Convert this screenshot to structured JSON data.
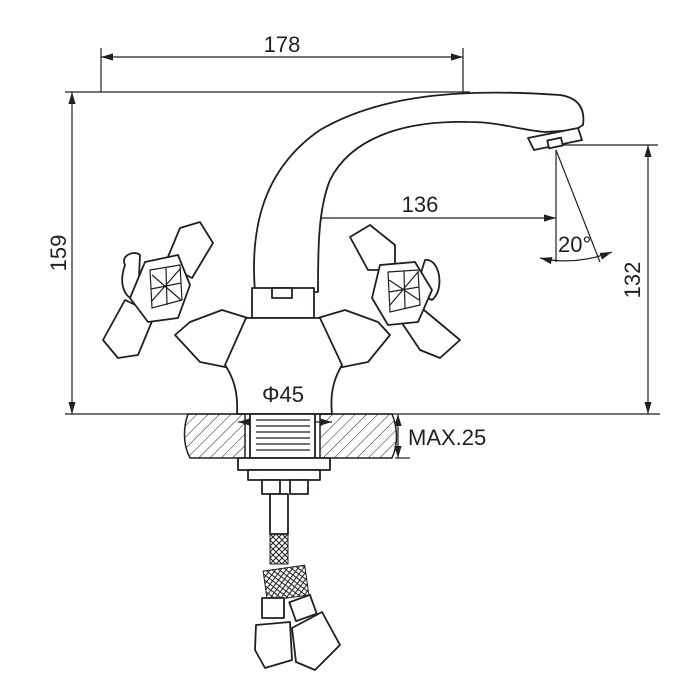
{
  "drawing": {
    "title": "Faucet dimension drawing",
    "dimensions": {
      "overall_width": "178",
      "overall_height": "159",
      "spout_reach": "136",
      "spout_height": "132",
      "spout_angle": "20°",
      "base_diameter": "Φ45",
      "max_deck_thickness": "MAX.25"
    },
    "color": "#231f20"
  }
}
